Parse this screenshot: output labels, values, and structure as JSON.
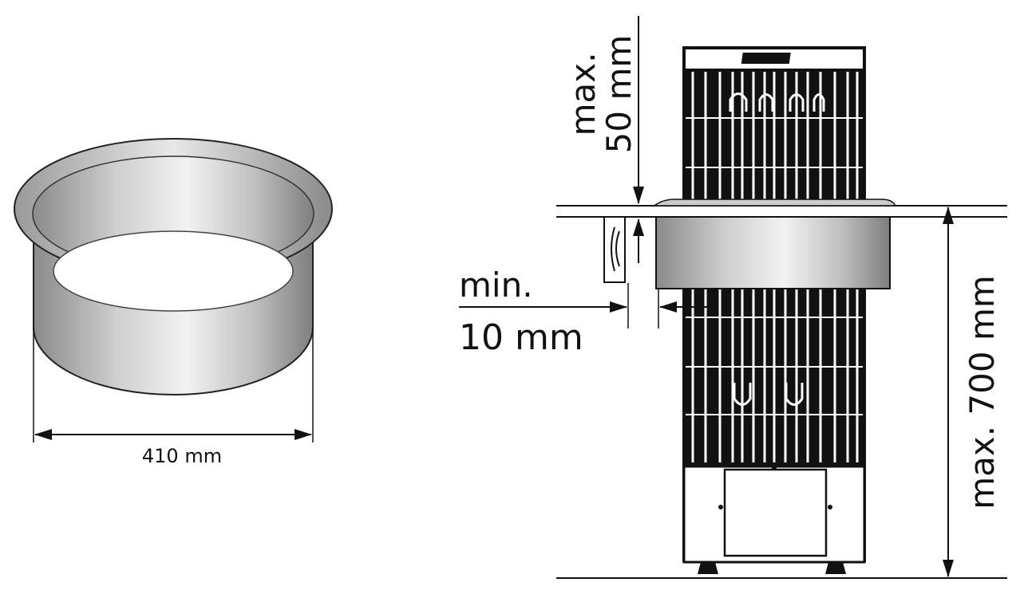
{
  "ring": {
    "diameter_label": "410 mm"
  },
  "heater": {
    "top_clearance_label_1": "max.",
    "top_clearance_label_2": "50 mm",
    "side_gap_label_1": "min.",
    "side_gap_label_2": "10 mm",
    "height_label": "max. 700 mm"
  }
}
